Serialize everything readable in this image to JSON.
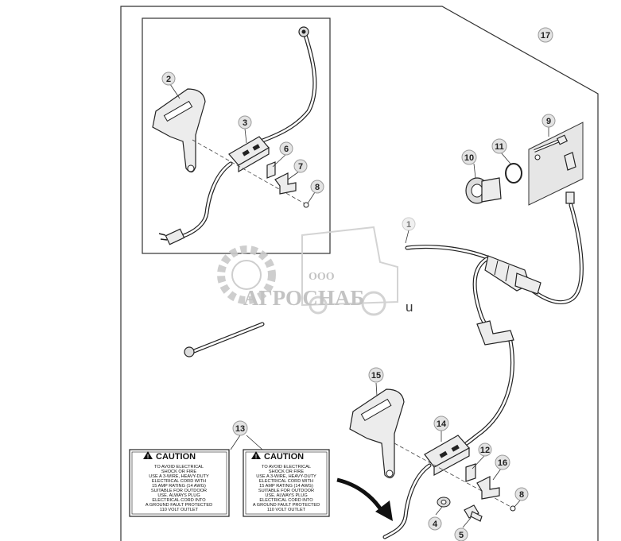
{
  "callouts": [
    "17",
    "2",
    "3",
    "6",
    "7",
    "8",
    "9",
    "10",
    "11",
    "1",
    "15",
    "14",
    "12",
    "16",
    "13",
    "4",
    "5",
    "8"
  ],
  "caution_label": {
    "heading": "CAUTION",
    "lines": [
      "TO AVOID ELECTRICAL",
      "SHOCK OR FIRE",
      "USE A 3-WIRE, HEAVY-DUTY",
      "ELECTRICAL CORD WITH",
      "15 AMP RATING (14 AWG)",
      "SUITABLE FOR OUTDOOR",
      "USE.  ALWAYS PLUG",
      "ELECTRICAL CORD INTO",
      "A GROUND FAULT PROTECTED",
      "110 VOLT OUTLET"
    ]
  },
  "watermark": {
    "prefix": "ООО",
    "name": "АГРОСНАБ",
    "suffix": "u"
  },
  "colors": {
    "line": "#222222",
    "callout_fill": "#e3e3e3",
    "watermark": "#bdbdbd",
    "arrow": "#111111"
  }
}
